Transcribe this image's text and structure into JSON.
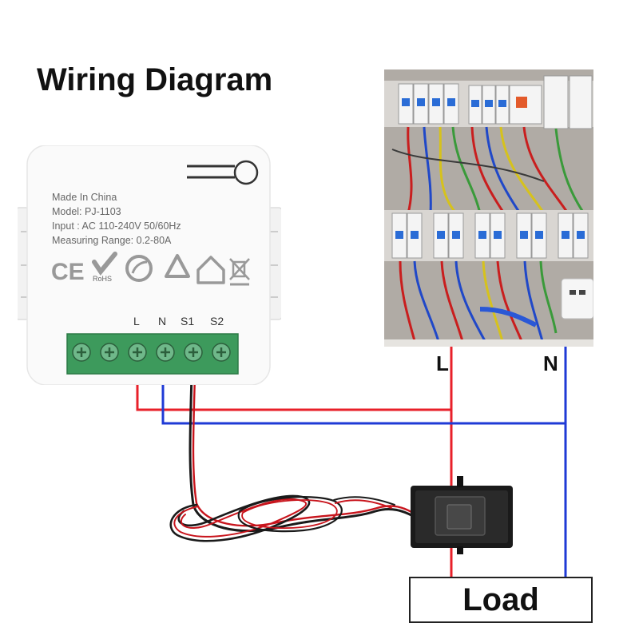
{
  "title": "Wiring Diagram",
  "device": {
    "made_in": "Made In China",
    "model": "Model: PJ-1103",
    "input": "Input : AC 110-240V 50/60Hz",
    "range": "Measuring Range: 0.2-80A",
    "rohs": "RoHS",
    "terminals": [
      "L",
      "N",
      "S1",
      "S2"
    ]
  },
  "labels": {
    "line": "L",
    "neutral": "N"
  },
  "load": "Load",
  "colors": {
    "live": "#e8202a",
    "neutral": "#1f3ad6",
    "terminal": "#3d9a5c",
    "clamp": "#1a1a1a"
  }
}
